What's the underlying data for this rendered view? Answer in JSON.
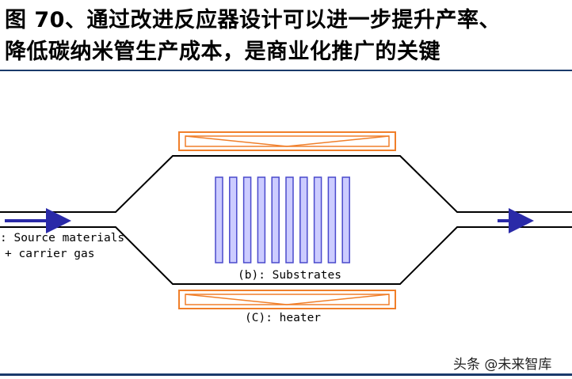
{
  "title": {
    "line1": "图 70、通过改进反应器设计可以进一步提升产率、",
    "line2": "降低碳纳米管生产成本，是商业化推广的关键"
  },
  "diagram": {
    "source_label_line1": ": Source materials",
    "source_label_line2": "+ carrier gas",
    "substrates_label": "(b): Substrates",
    "heater_label": "(C): heater",
    "substrate_count": 10,
    "colors": {
      "heater": "#f07f2a",
      "substrate_fill": "#ccccff",
      "substrate_stroke": "#4a4acc",
      "arrow": "#2a2aa8",
      "outline": "#000000"
    }
  },
  "watermark": "头条 @未来智库"
}
